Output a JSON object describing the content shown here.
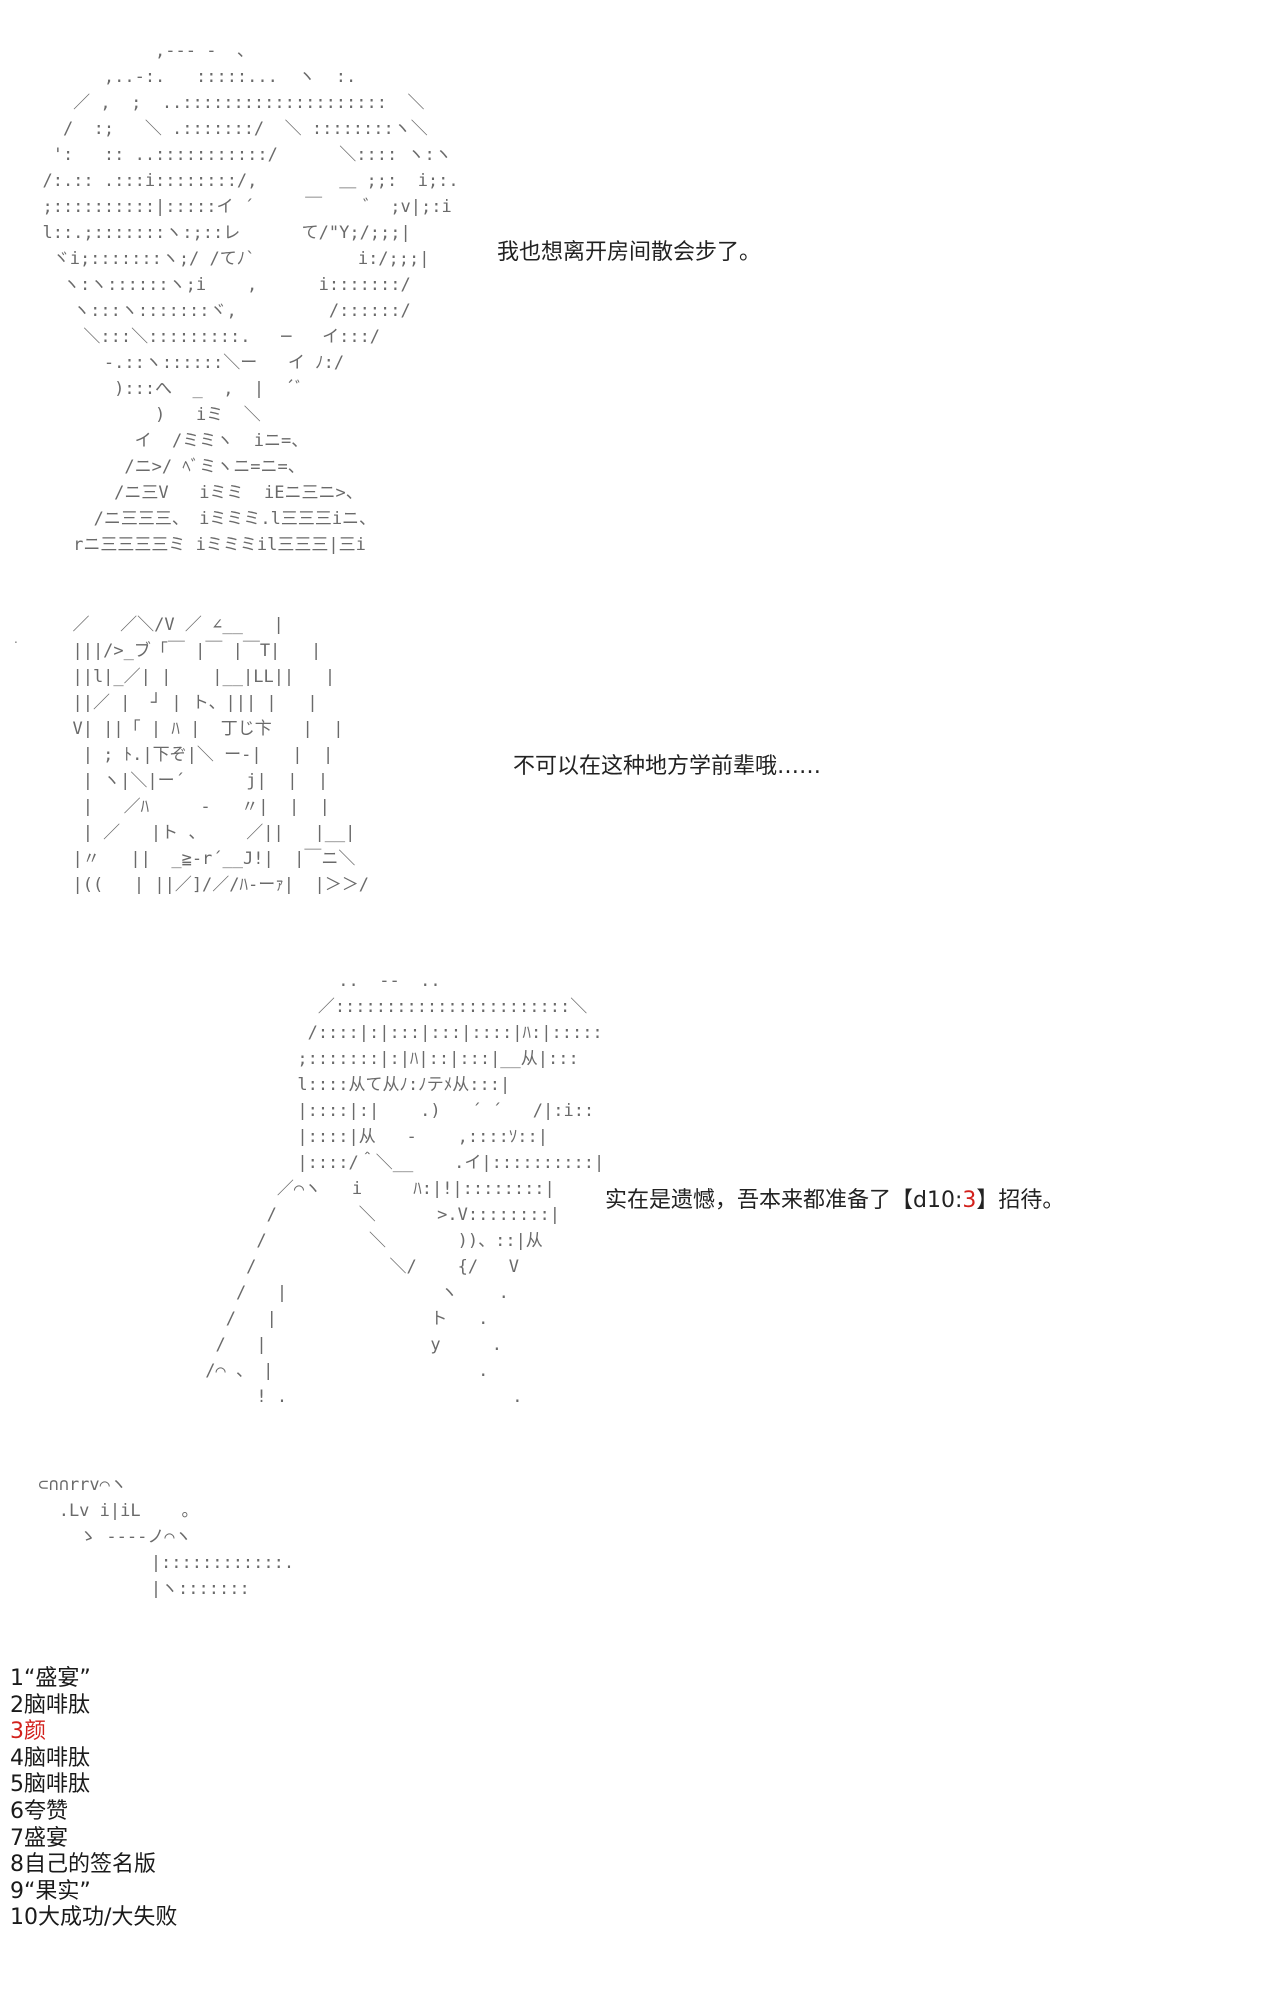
{
  "panels": [
    {
      "art": "             ‚--‐ ‐  、\n        ,..-:.   :::::...  ヽ  :.\n     ／ ,  ;  ..::::::::::::::::::::  ＼\n    /  :;   ＼ .:::::::/  ＼ ::::::::ヽ＼\n   ':   :: ..:::::::::::/      ＼:::: ヽ:ヽ\n  /:.:: .:::i::::::::/,        ＿ ;;:  i;:.\n  ;::::::::::|:::::イ ´     ￣    ゛ ;v|;:i\n  l::.;:::::::ヽ:;::レ      て/\"Y;/;;;|\n   ヾi;:::::::ヽ;/ /てﾉ`          i:/;;;|\n    ヽ:ヽ::::::ヽ;i    ,      i:::::::/\n     ヽ:::ヽ:::::::ヾ,         /::::::/\n      ＼:::＼:::::::::.   ─   イ:::/\n        -.::ヽ::::::＼ー   イ ﾉ:/\n         ):::へ  _  ,  |  ´ﾞ\n             )   iミ  ＼\n           イ  /ミミヽ  iニ=、\n          /ニ>/ ﾍﾞミヽニ=ニ=、\n         /ニ三V   iミミ  iEニ三ニ>、\n       /ニ三三三、 iミミミ.l三三三iニ、\n     rニ三三三三ミ iミミミil三三三|三i",
      "text": "我也想离开房间散会步了。"
    },
    {
      "art": "  ／   ／＼/V ／ ∠__   |\n  |||/>_ブ「￣ |￣ |￣T|   |\n  ||l|_／| |    |__|LL||   |\n  ||／ |  ┘ | ト、||| |   |\n  V| ||「 | ﾊ |  丁じ卞   |  |\n   | ; ﾄ.|下ぞ|＼ ー‐|   |  |\n   | ヽ|＼|ー´      j|  |  |\n   |   ／ﾊ     -   〃|  |  |\n   | ／   |ト 、    ／||   |__|\n  |〃   ||  _≧-r´__J!|  |￣ニ＼\n  |((   | ||／]/／/ﾊ-ーｧ|  |＞＞/",
      "text": "不可以在这种地方学前辈哦……"
    },
    {
      "art": "              ..  --  ..\n            ／:::::::::::::::::::::::＼\n           /::::|:|:::|:::|::::|ﾊ:|:::::\n          ;:::::::|:|ﾊ|::|:::|__从|:::\n          l::::从て从ﾉ:ﾉテﾒ从:::|\n          |::::|:|    .)   ´ ´   /|:i::\n          |::::|从   -    ,::::ｿ::|\n          |::::/＾＼__    .イ|::::::::::|\n        ／⌒ヽ   i     ﾊ:|!|::::::::|\n       /        ＼      >.V::::::::|\n      /          ＼       ))、::|从\n     /             ＼/    {/   V\n    /   |               ヽ    .\n   /   |               ト   .\n  /   |                y     .\n /⌒ 、 |                    .\n      ! .                      .",
      "text": "实在是遗憾，吾本来都准备了【d10:3】招待。",
      "text_pre": "实在是遗憾，吾本来都准备了【d10:",
      "text_roll": "3",
      "text_post": "】招待。"
    }
  ],
  "figure_extra": " ⊂∩∩rrv⌒ヽ\n   .Lv i|iL    。\n     ゝ ----ノ⌒ヽ\n            |::::::::::::.\n            |ヽ:::::::",
  "roll_list": [
    "1“盛宴”",
    "2脑啡肽",
    "3颜",
    "4脑啡肽",
    "5脑啡肽",
    "6夸赞",
    "7盛宴",
    "8自己的签名版",
    "9“果实”",
    "10大成功/大失败"
  ],
  "roll_result_index": 2,
  "colors": {
    "art": "#6a6a6a",
    "text": "#222222",
    "highlight": "#d2201b",
    "background": "#ffffff"
  }
}
